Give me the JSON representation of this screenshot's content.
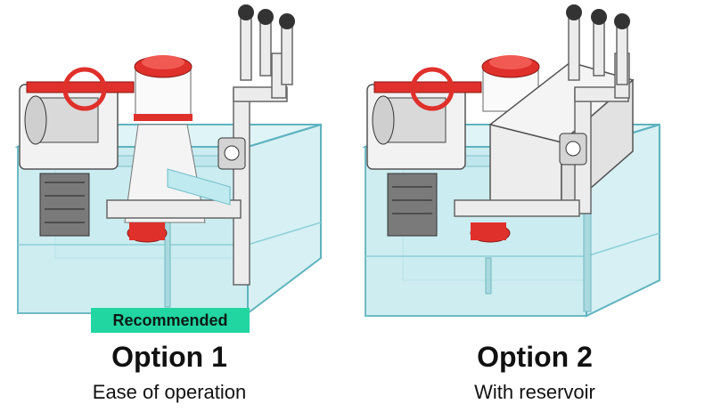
{
  "options": [
    {
      "badge": "Recommended",
      "title": "Option 1",
      "subtitle": "Ease of operation"
    },
    {
      "title": "Option 2",
      "subtitle": "With reservoir"
    }
  ],
  "colors": {
    "badge_bg": "#21d6a0",
    "glass": "#cfeef2",
    "glass_edge": "#5fb3bf",
    "accent_red": "#e0302b",
    "pipe": "#e8e8e8"
  }
}
